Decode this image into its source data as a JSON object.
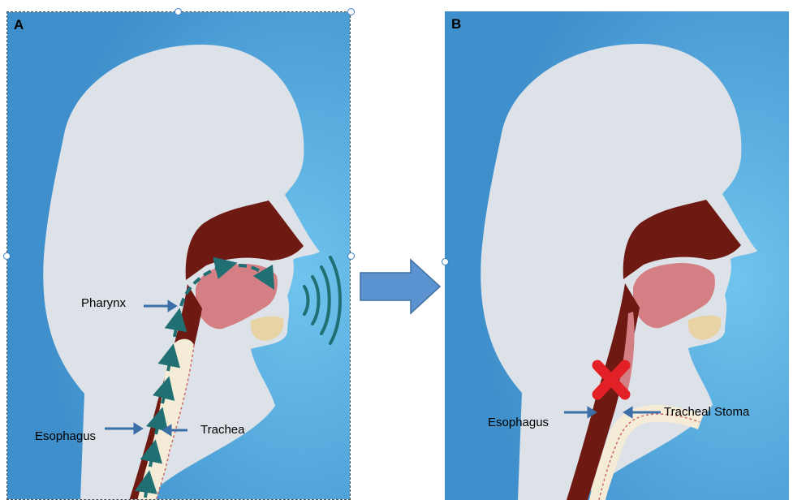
{
  "panel_a": {
    "letter": "A",
    "labels": {
      "pharynx": "Pharynx",
      "esophagus": "Esophagus",
      "trachea": "Trachea"
    }
  },
  "panel_b": {
    "letter": "B",
    "labels": {
      "esophagus": "Esophagus",
      "tracheal_stoma": "Tracheal Stoma"
    }
  },
  "colors": {
    "background_blue": "#4f9fd8",
    "head_silhouette": "#dde1e8",
    "tissue_dark": "#6e1a12",
    "tissue_pink": "#d47f83",
    "airway_cream": "#f4ecd6",
    "airflow_arrow": "#1f6f73",
    "transition_arrow": "#5b93d1",
    "block_mark": "#e32026"
  },
  "icons": {
    "sound_waves": "sound-waves-icon",
    "blocked": "red-x-icon",
    "transition": "right-arrow-icon"
  }
}
